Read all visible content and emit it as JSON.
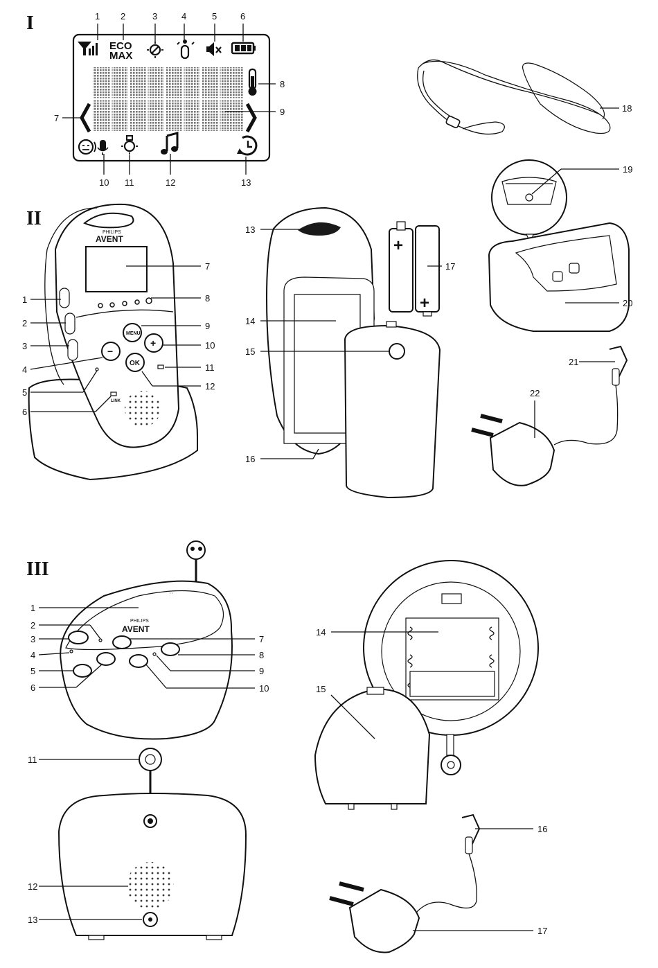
{
  "sections": {
    "s1": "I",
    "s2": "II",
    "s3": "III"
  },
  "lcd": {
    "eco": "ECO",
    "max": "MAX",
    "callouts_top": [
      "1",
      "2",
      "3",
      "4",
      "5",
      "6"
    ],
    "callouts_right": [
      "8",
      "9"
    ],
    "callout_left": "7",
    "callouts_bottom": [
      "10",
      "11",
      "12",
      "13"
    ]
  },
  "parent_unit": {
    "brand_top": "PHILIPS",
    "brand": "AVENT",
    "menu": "MENU",
    "ok": "OK",
    "plus": "+",
    "minus": "−",
    "link": "LINK",
    "callouts_left": [
      "1",
      "2",
      "3",
      "4",
      "5",
      "6"
    ],
    "callouts_right": [
      "7",
      "8",
      "9",
      "10",
      "11",
      "12"
    ]
  },
  "parent_back": {
    "callouts": [
      "13",
      "14",
      "15",
      "16",
      "17"
    ]
  },
  "accessories": {
    "callouts": [
      "18",
      "19",
      "20",
      "21",
      "22"
    ]
  },
  "baby_unit": {
    "brand_top": "PHILIPS",
    "brand": "AVENT",
    "callouts_left": [
      "1",
      "2",
      "3",
      "4",
      "5",
      "6"
    ],
    "callouts_right": [
      "7",
      "8",
      "9",
      "10"
    ],
    "callouts_back": [
      "11",
      "12",
      "13"
    ]
  },
  "baby_back": {
    "callouts": [
      "14",
      "15",
      "16",
      "17"
    ]
  }
}
